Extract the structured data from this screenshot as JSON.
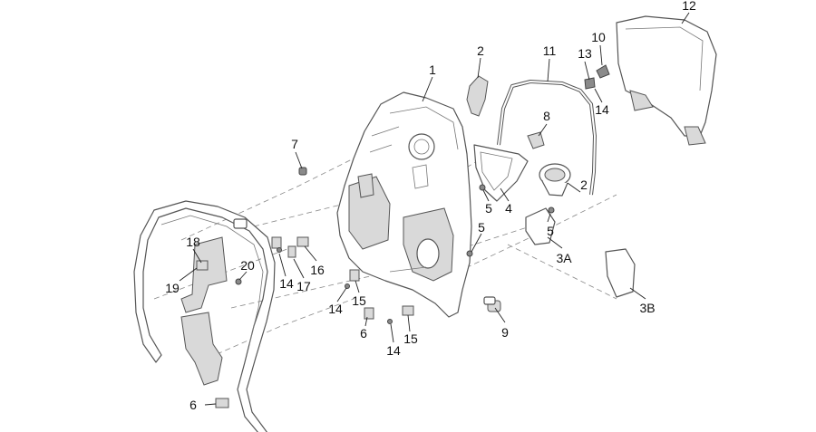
{
  "callouts": [
    {
      "label": "1"
    },
    {
      "label": "2"
    },
    {
      "label": "2"
    },
    {
      "label": "3A"
    },
    {
      "label": "3B"
    },
    {
      "label": "4"
    },
    {
      "label": "5"
    },
    {
      "label": "5"
    },
    {
      "label": "5"
    },
    {
      "label": "6"
    },
    {
      "label": "6"
    },
    {
      "label": "7"
    },
    {
      "label": "8"
    },
    {
      "label": "9"
    },
    {
      "label": "10"
    },
    {
      "label": "11"
    },
    {
      "label": "12"
    },
    {
      "label": "13"
    },
    {
      "label": "14"
    },
    {
      "label": "14"
    },
    {
      "label": "14"
    },
    {
      "label": "14"
    },
    {
      "label": "15"
    },
    {
      "label": "15"
    },
    {
      "label": "16"
    },
    {
      "label": "17"
    },
    {
      "label": "18"
    },
    {
      "label": "19"
    },
    {
      "label": "20"
    }
  ]
}
